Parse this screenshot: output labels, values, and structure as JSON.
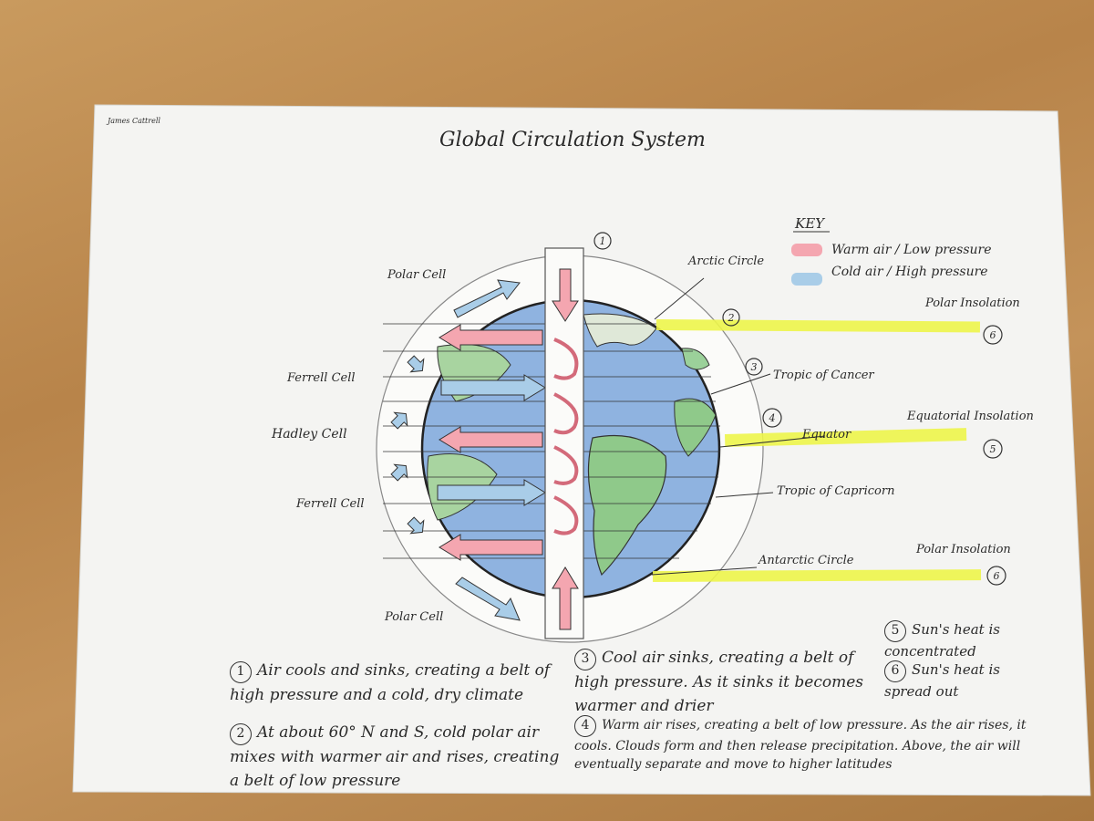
{
  "author": "James Cattrell",
  "title": "Global Circulation System",
  "key": {
    "heading": "KEY",
    "items": [
      {
        "label": "Warm air / Low pressure",
        "color": "#f4a6b0"
      },
      {
        "label": "Cold air / High pressure",
        "color": "#a9cde8"
      }
    ]
  },
  "markers": [
    "1",
    "2",
    "3",
    "4",
    "5",
    "6"
  ],
  "left_labels": {
    "polar_top": "Polar Cell",
    "ferrell_top": "Ferrell Cell",
    "hadley": "Hadley Cell",
    "ferrell_bottom": "Ferrell Cell",
    "polar_bottom": "Polar Cell"
  },
  "right_labels": {
    "arctic": "Arctic Circle",
    "cancer": "Tropic of Cancer",
    "equator": "Equator",
    "capricorn": "Tropic of Capricorn",
    "antarctic": "Antarctic Circle",
    "polar_insolation_top": "Polar Insolation",
    "equatorial_insolation": "Equatorial Insolation",
    "polar_insolation_bottom": "Polar Insolation"
  },
  "notes": {
    "n1": "Air cools and sinks, creating a belt of high pressure and a cold, dry climate",
    "n2": "At about 60° N and S, cold polar air mixes with warmer air and rises, creating a belt of low pressure",
    "n3": "Cool air sinks, creating a belt of high pressure. As it sinks it becomes warmer and drier",
    "n4": "Warm air rises, creating a belt of low pressure. As the air rises, it cools. Clouds form and then release precipitation. Above, the air will eventually separate and move to higher latitudes",
    "n5": "Sun's heat is concentrated",
    "n6": "Sun's heat is spread out"
  },
  "colors": {
    "highlighter": "#eef54a",
    "ocean": "#8fb3e0",
    "land": "#8fc98a",
    "warm": "#f4a6b0",
    "cold": "#a9cde8"
  }
}
